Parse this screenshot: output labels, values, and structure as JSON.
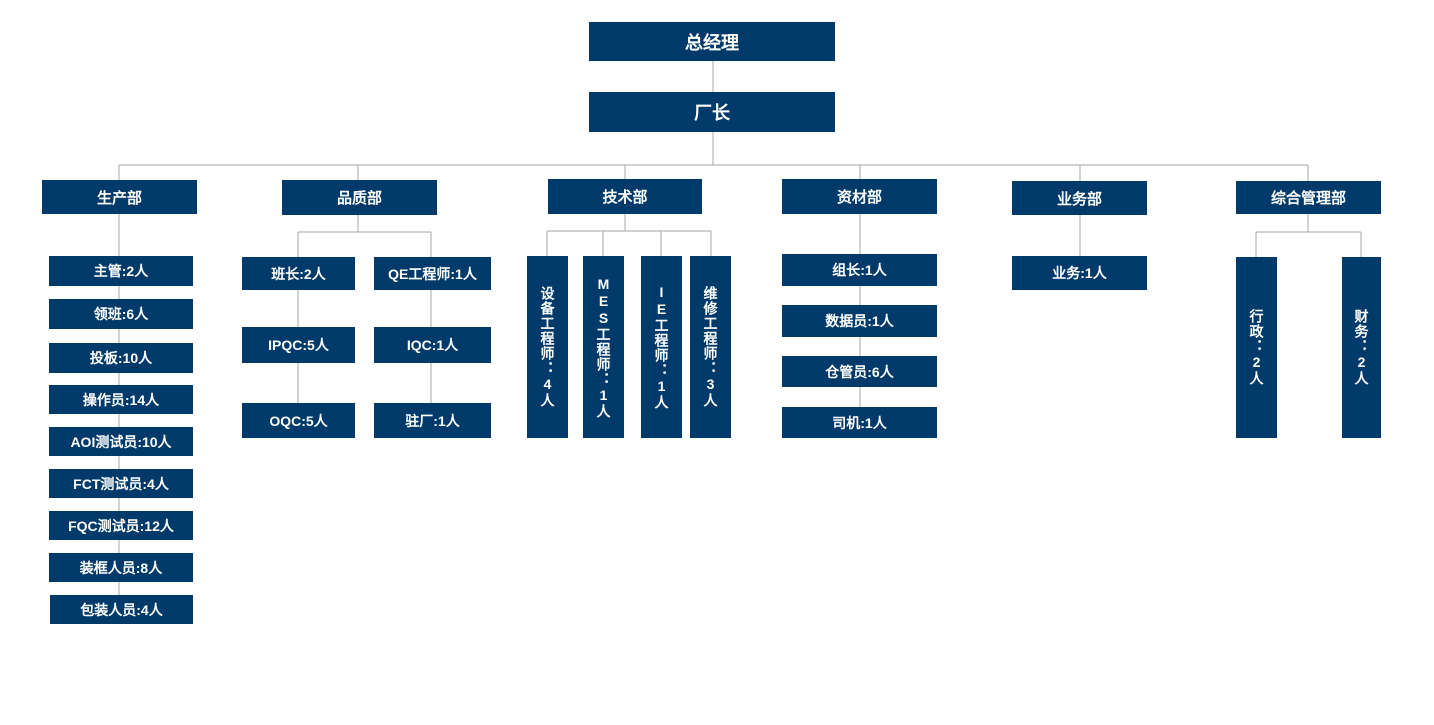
{
  "top": {
    "gm": "总经理",
    "factory": "厂长"
  },
  "departments": {
    "production": "生产部",
    "quality": "品质部",
    "tech": "技术部",
    "materials": "资材部",
    "business": "业务部",
    "admin": "综合管理部"
  },
  "production_items": [
    "主管:2人",
    "领班:6人",
    "投板:10人",
    "操作员:14人",
    "AOI测试员:10人",
    "FCT测试员:4人",
    "FQC测试员:12人",
    "装框人员:8人",
    "包装人员:4人"
  ],
  "quality_items": {
    "left": [
      "班长:2人",
      "IPQC:5人",
      "OQC:5人"
    ],
    "right": [
      "QE工程师:1人",
      "IQC:1人",
      "驻厂:1人"
    ]
  },
  "tech_items": [
    "设备工程师：4人",
    "MES工程师：1人",
    "IE工程师：1人",
    "维修工程师：3人"
  ],
  "materials_items": [
    "组长:1人",
    "数据员:1人",
    "仓管员:6人",
    "司机:1人"
  ],
  "business_items": [
    "业务:1人"
  ],
  "admin_items": [
    "行政：2人",
    "财务：2人"
  ]
}
